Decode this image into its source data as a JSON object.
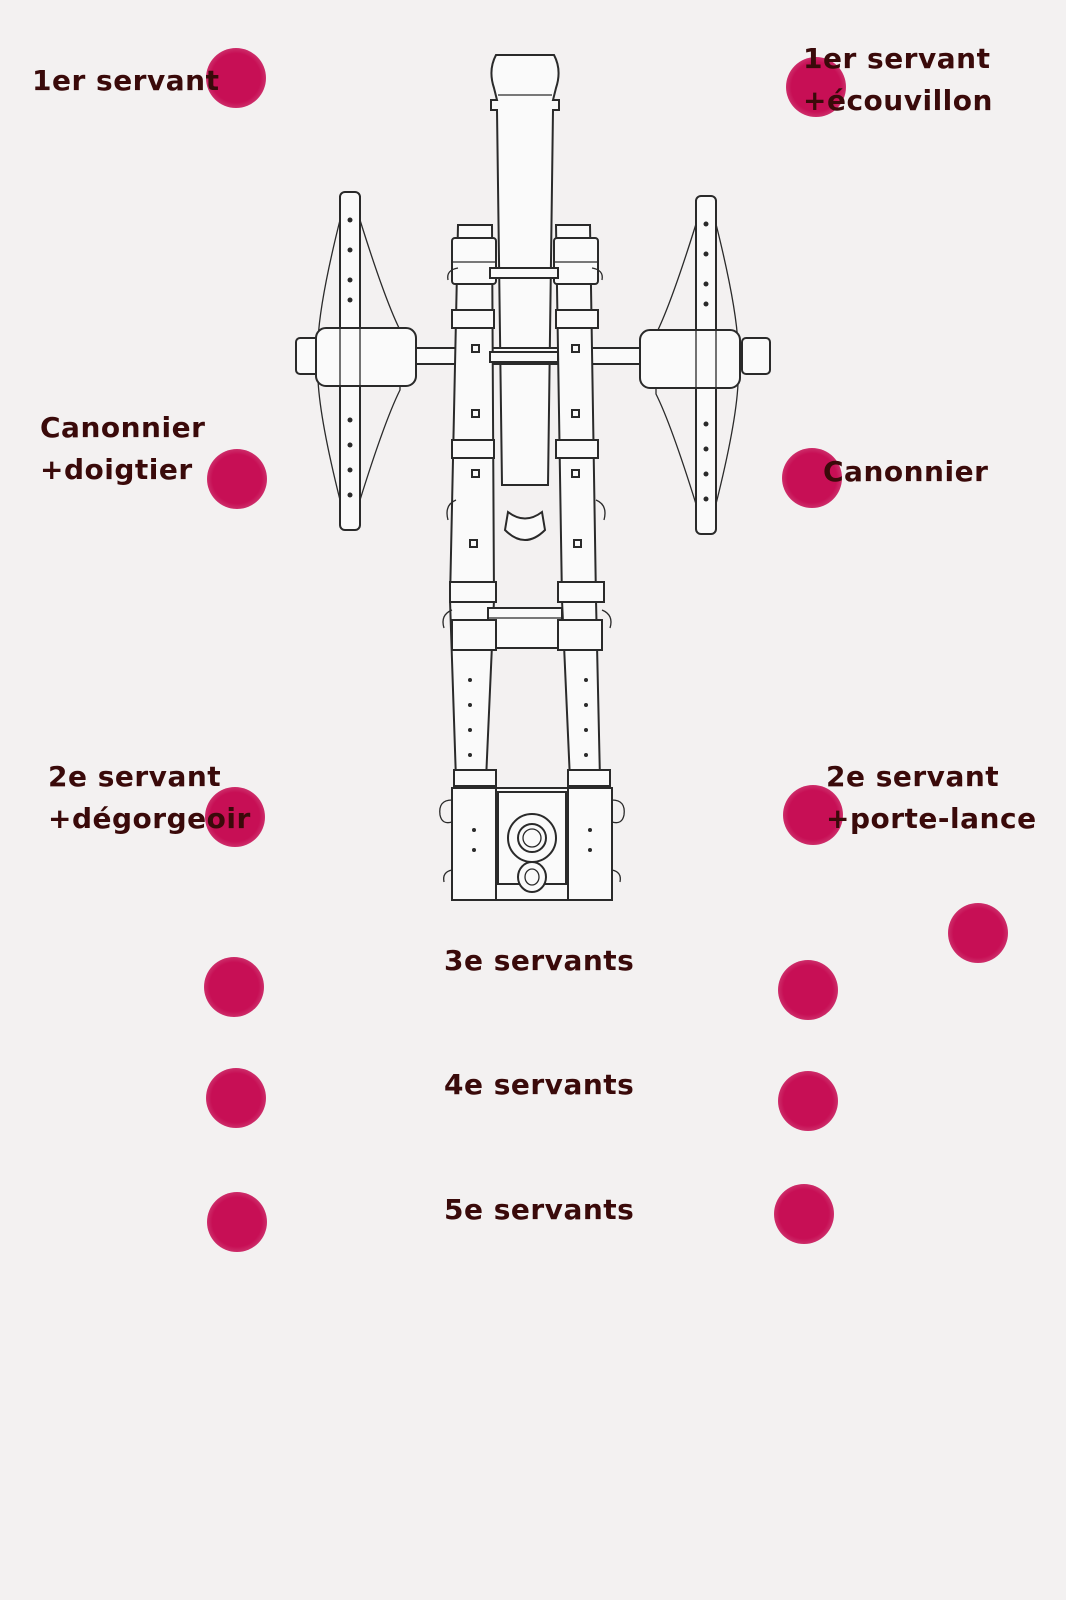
{
  "labels": {
    "left_1": [
      "1er servant"
    ],
    "right_1": [
      "1er servant",
      "+écouvillon"
    ],
    "left_2": [
      "Canonnier",
      "+doigtier"
    ],
    "right_2": [
      "Canonnier"
    ],
    "left_3": [
      "2e servant",
      "+dégorgeoir"
    ],
    "right_3": [
      "2e servant",
      "+porte-lance"
    ],
    "center_3": "3e servants",
    "center_4": "4e servants",
    "center_5": "5e servants"
  },
  "colors": {
    "dot": "#c70f55",
    "text": "#3a0a0a",
    "background": "#f3f1f1"
  },
  "icons": {
    "cannon": "cannon-carriage-top-view-icon",
    "servant_marker": "servant-position-dot"
  }
}
